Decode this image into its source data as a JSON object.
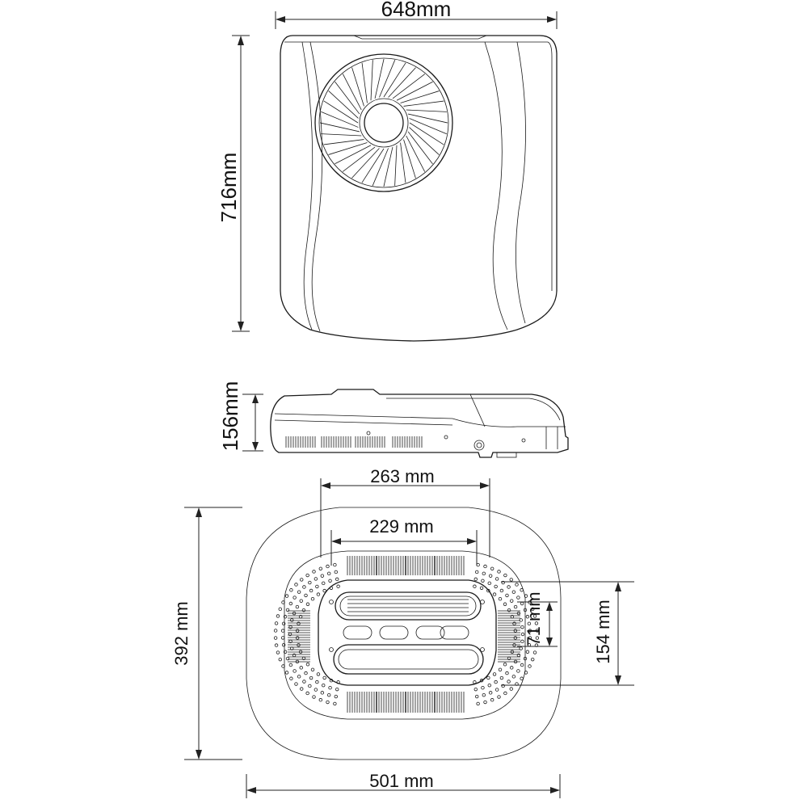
{
  "diagram": {
    "top_view": {
      "width_label": "648mm",
      "length_label": "716mm"
    },
    "side_view": {
      "height_label": "156mm"
    },
    "bottom_view": {
      "outer_width_label": "263 mm",
      "inner_width_label": "229 mm",
      "depth_label": "392 mm",
      "outer_height_label": "154 mm",
      "inner_height_label": "71 mm",
      "overall_width_label": "501 mm"
    }
  }
}
